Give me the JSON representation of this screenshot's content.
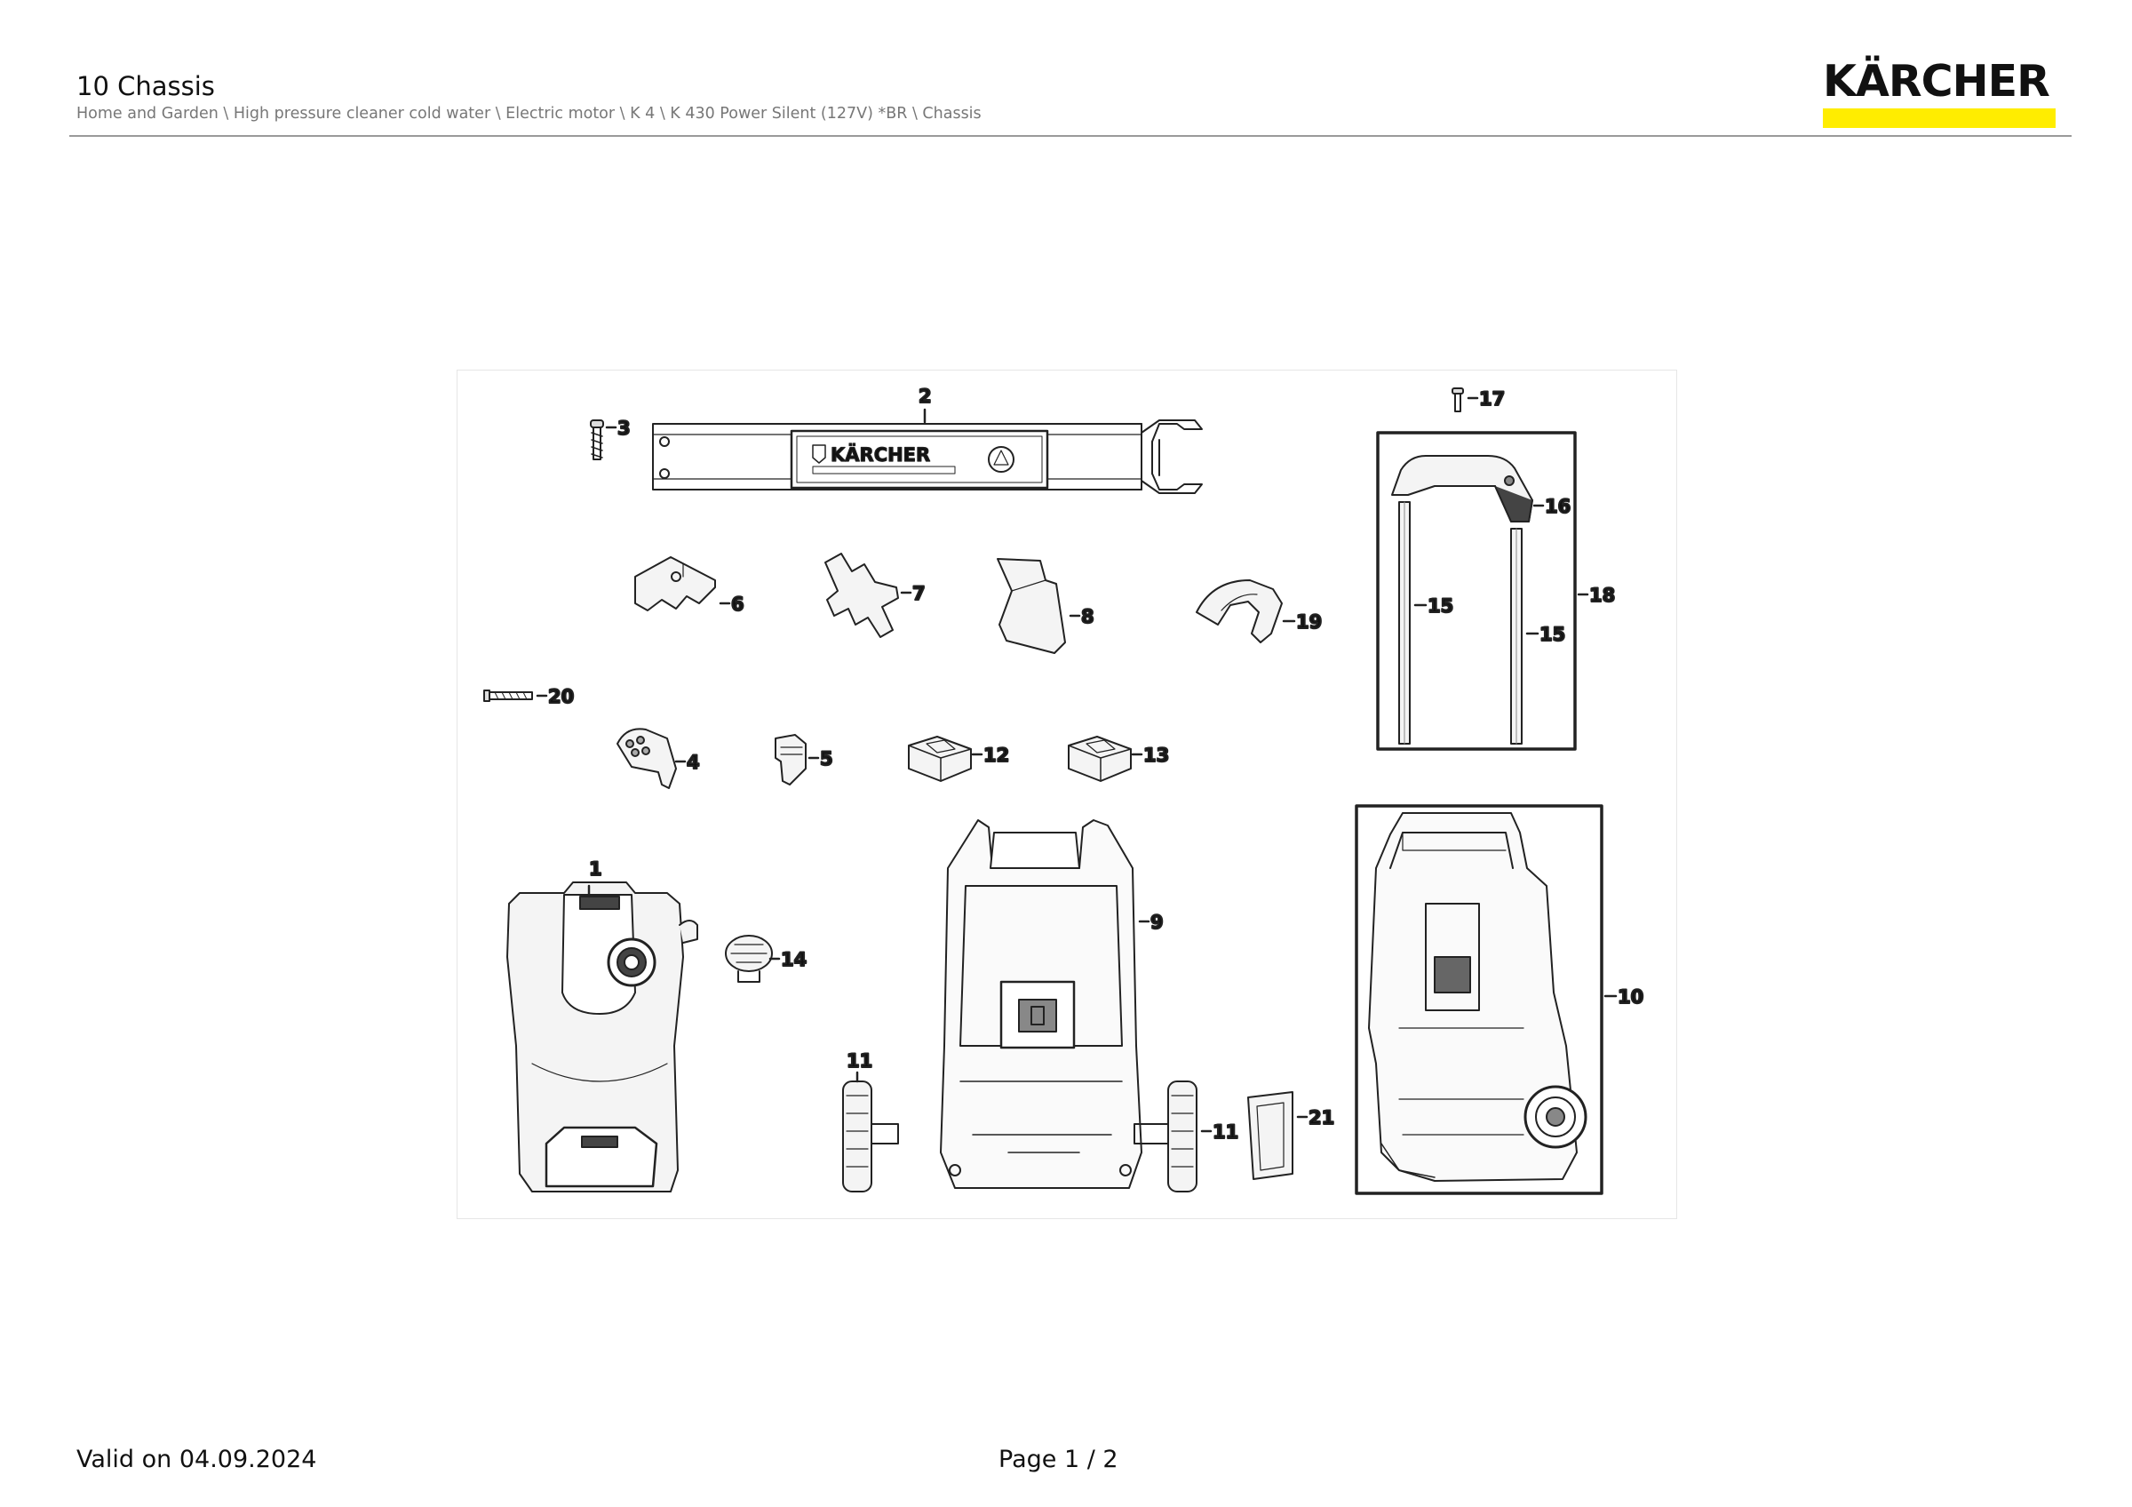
{
  "header": {
    "title": "10 Chassis",
    "breadcrumb": "Home and Garden \\ High pressure cleaner cold water \\ Electric motor \\ K 4 \\ K 430 Power Silent (127V) *BR \\ Chassis",
    "logo_text": "KÄRCHER",
    "brand_color": "#ffed00"
  },
  "diagram": {
    "embossed_logo": "KÄRCHER",
    "part_labels": [
      "1",
      "2",
      "3",
      "4",
      "5",
      "6",
      "7",
      "8",
      "9",
      "10",
      "11",
      "11",
      "12",
      "13",
      "14",
      "15",
      "15",
      "16",
      "17",
      "18",
      "19",
      "20",
      "21"
    ]
  },
  "footer": {
    "valid": "Valid on 04.09.2024",
    "page": "Page 1 / 2"
  }
}
